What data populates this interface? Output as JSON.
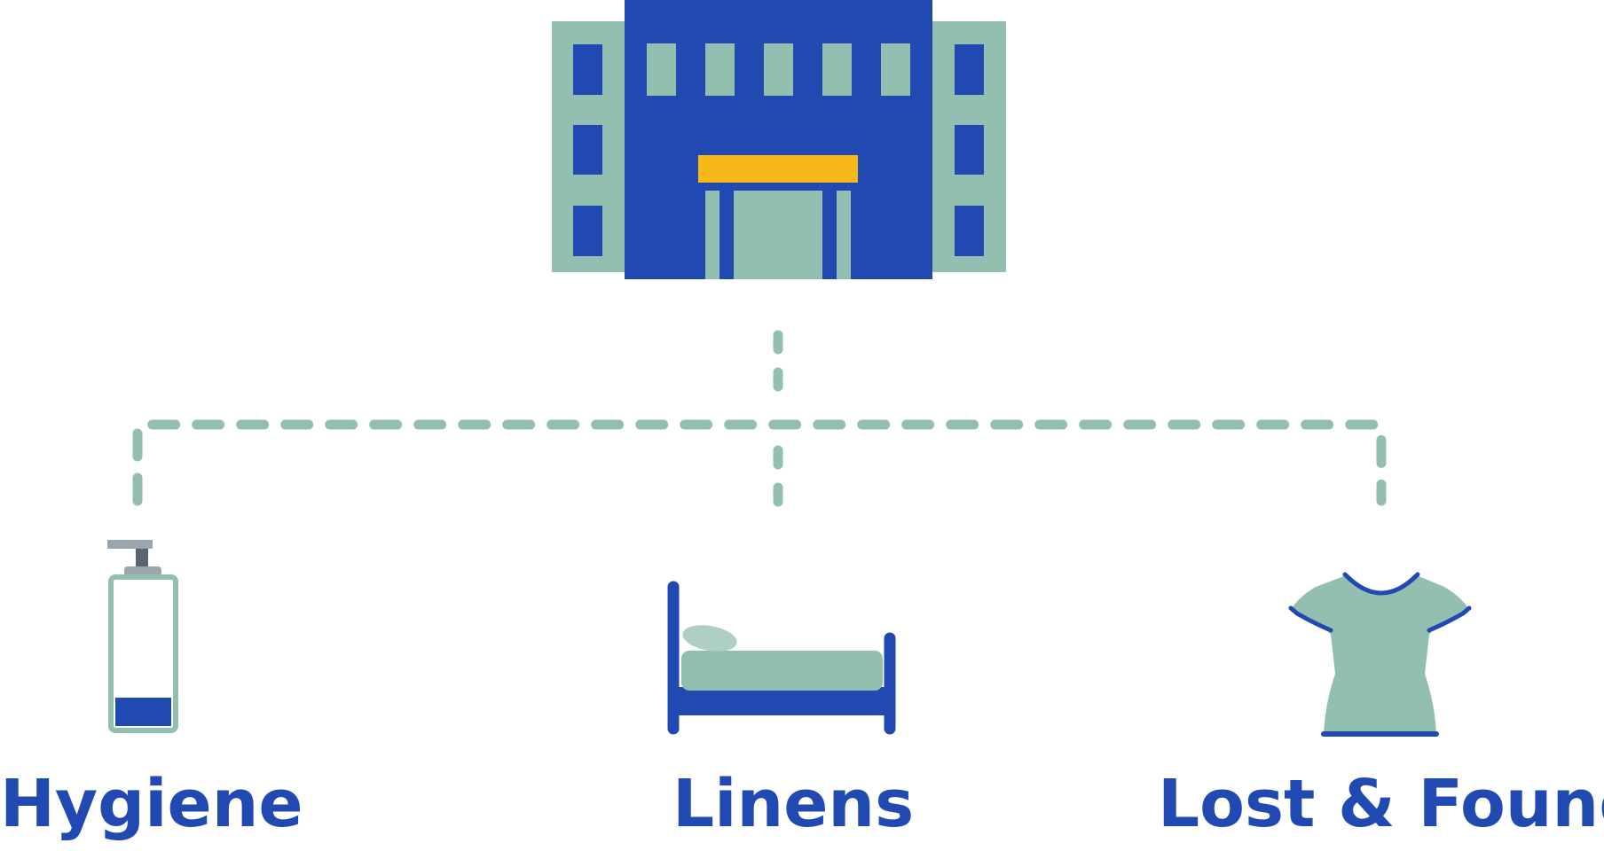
{
  "colors": {
    "primary_blue": "#2049B2",
    "sage_green": "#93BFB0",
    "awning_yellow": "#F8B817",
    "pump_gray": "#9AA5AD",
    "pump_dark": "#5A6572",
    "background": "#FFFFFF"
  },
  "icons": {
    "top": "hotel-building-icon",
    "left": "soap-dispenser-icon",
    "center": "bed-icon",
    "right": "t-shirt-icon"
  },
  "categories": [
    {
      "label": "Hygiene"
    },
    {
      "label": "Linens"
    },
    {
      "label": "Lost & Found"
    }
  ]
}
